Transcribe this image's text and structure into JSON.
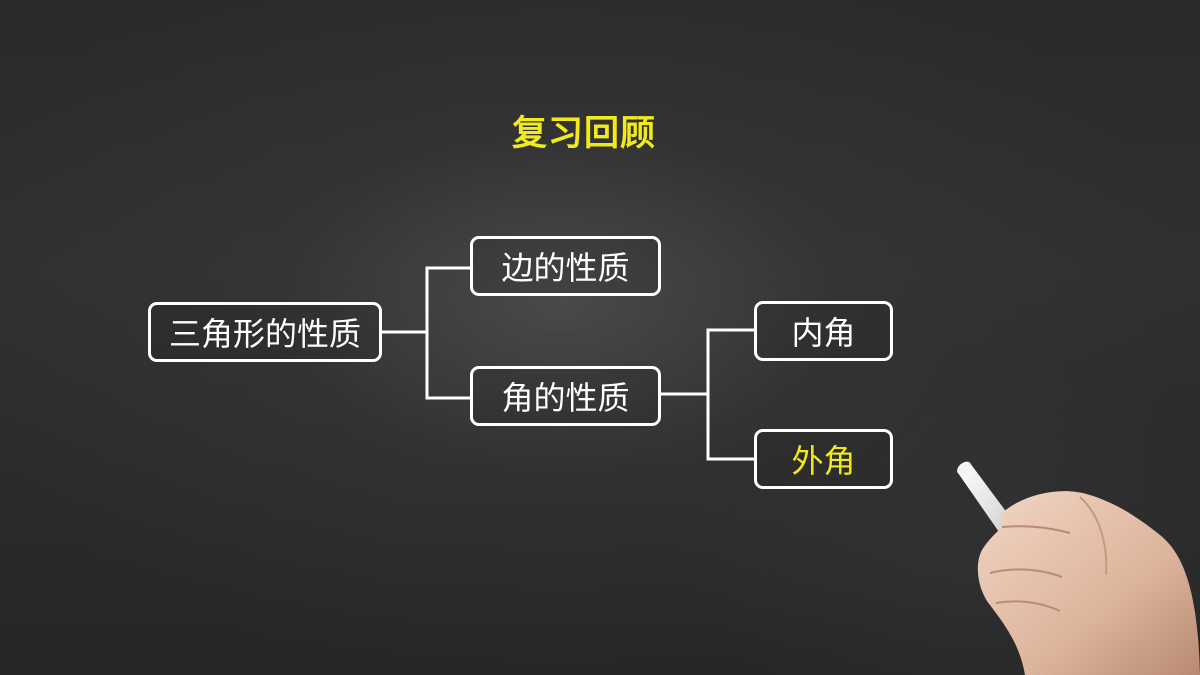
{
  "title": "复习回顾",
  "nodes": {
    "root": "三角形的性质",
    "side_properties": "边的性质",
    "angle_properties": "角的性质",
    "interior_angle": "内角",
    "exterior_angle": "外角"
  },
  "colors": {
    "title": "#f3ea1c",
    "highlight": "#f3ea1c",
    "line": "#ffffff",
    "board": "#2b2b2b"
  },
  "decor": {
    "hand_icon": "hand-holding-chalk-icon"
  }
}
